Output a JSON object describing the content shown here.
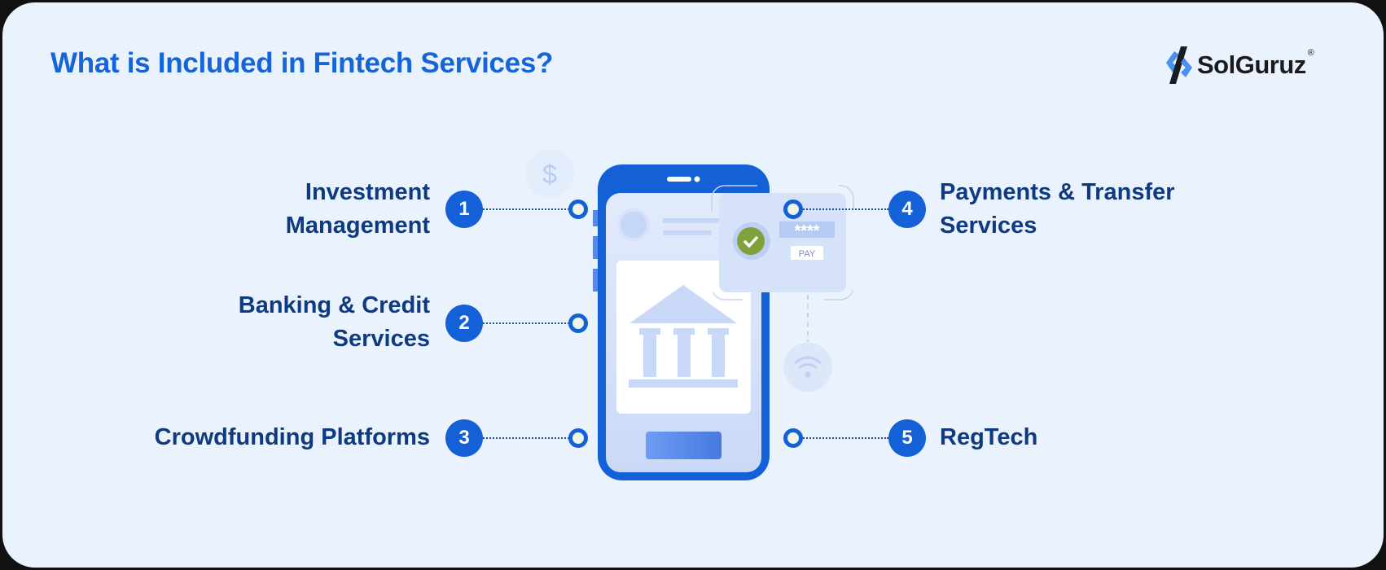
{
  "title": "What is Included in Fintech Services?",
  "logo": {
    "name": "SolGuruz",
    "registered": "®"
  },
  "items": [
    {
      "number": "1",
      "line1": "Investment",
      "line2": "Management"
    },
    {
      "number": "2",
      "line1": "Banking & Credit",
      "line2": "Services"
    },
    {
      "number": "3",
      "line1": "Crowdfunding Platforms"
    },
    {
      "number": "4",
      "line1": "Payments & Transfer",
      "line2": "Services"
    },
    {
      "number": "5",
      "line1": "RegTech"
    }
  ],
  "illustration": {
    "dollar": "$",
    "pin": "****",
    "pay_label": "PAY"
  },
  "colors": {
    "accent": "#1460d6",
    "text": "#0d3a80",
    "background": "#eaf2fd"
  }
}
